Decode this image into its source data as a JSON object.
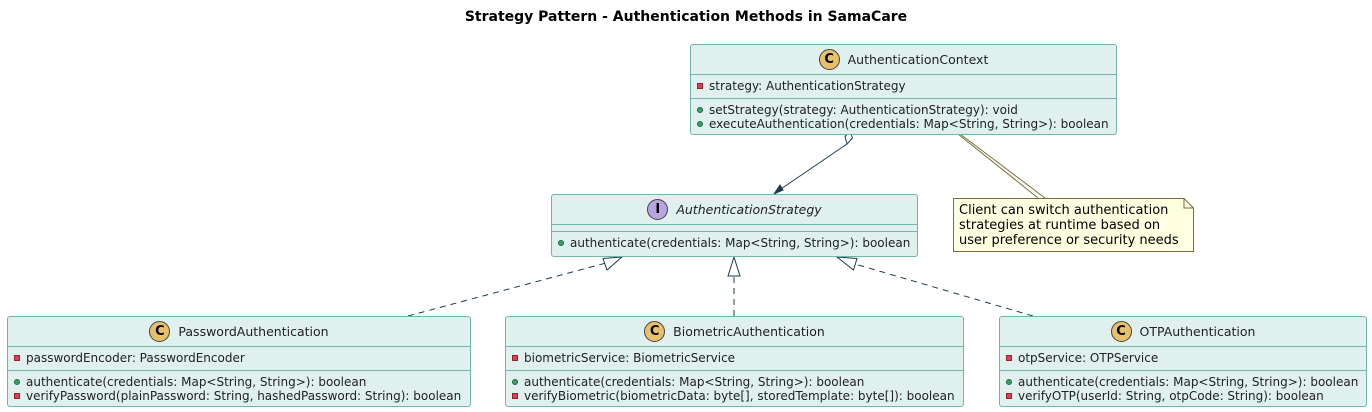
{
  "title": "Strategy Pattern - Authentication Methods in SamaCare",
  "classes": {
    "context": {
      "stereotype": "C",
      "name": "AuthenticationContext",
      "attributes": [
        {
          "visibility": "private",
          "text": "strategy: AuthenticationStrategy"
        }
      ],
      "methods": [
        {
          "visibility": "public",
          "text": "setStrategy(strategy: AuthenticationStrategy): void"
        },
        {
          "visibility": "public",
          "text": "executeAuthentication(credentials: Map<String, String>): boolean"
        }
      ]
    },
    "strategy": {
      "stereotype": "I",
      "name": "AuthenticationStrategy",
      "methods": [
        {
          "visibility": "public",
          "text": "authenticate(credentials: Map<String, String>): boolean"
        }
      ]
    },
    "password": {
      "stereotype": "C",
      "name": "PasswordAuthentication",
      "attributes": [
        {
          "visibility": "private",
          "text": "passwordEncoder: PasswordEncoder"
        }
      ],
      "methods": [
        {
          "visibility": "public",
          "text": "authenticate(credentials: Map<String, String>): boolean"
        },
        {
          "visibility": "private",
          "text": "verifyPassword(plainPassword: String, hashedPassword: String): boolean"
        }
      ]
    },
    "biometric": {
      "stereotype": "C",
      "name": "BiometricAuthentication",
      "attributes": [
        {
          "visibility": "private",
          "text": "biometricService: BiometricService"
        }
      ],
      "methods": [
        {
          "visibility": "public",
          "text": "authenticate(credentials: Map<String, String>): boolean"
        },
        {
          "visibility": "private",
          "text": "verifyBiometric(biometricData: byte[], storedTemplate: byte[]): boolean"
        }
      ]
    },
    "otp": {
      "stereotype": "C",
      "name": "OTPAuthentication",
      "attributes": [
        {
          "visibility": "private",
          "text": "otpService: OTPService"
        }
      ],
      "methods": [
        {
          "visibility": "public",
          "text": "authenticate(credentials: Map<String, String>): boolean"
        },
        {
          "visibility": "private",
          "text": "verifyOTP(userId: String, otpCode: String): boolean"
        }
      ]
    }
  },
  "note": {
    "lines": [
      "Client can switch authentication",
      "strategies at runtime based on",
      "user preference or security needs"
    ]
  },
  "colors": {
    "class_fill": "#dff0ef",
    "class_border": "#6fb7aa",
    "class_stereotype": "#e7c06a",
    "interface_stereotype": "#b8a4e0",
    "note_fill": "#fefee0",
    "arrow": "#1e3a4c"
  }
}
